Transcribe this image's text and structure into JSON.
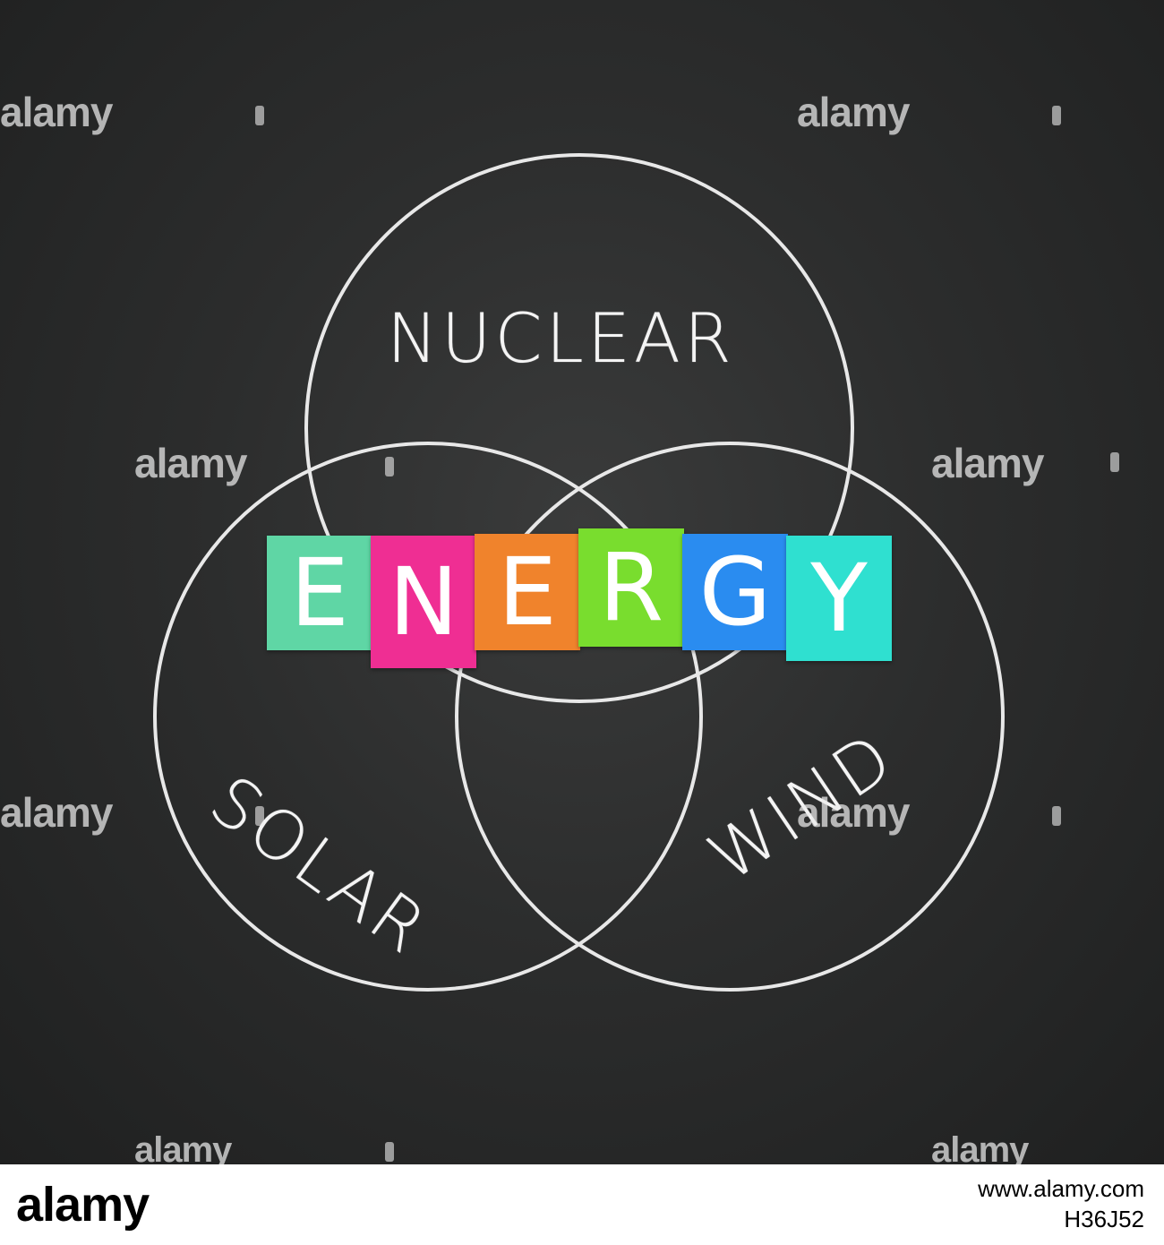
{
  "words": {
    "nuclear": "NUCLEAR",
    "solar": "SOLAR",
    "wind": "WIND"
  },
  "energy_tiles": [
    {
      "letter": "E",
      "color": "#5fd6a5"
    },
    {
      "letter": "N",
      "color": "#ef2e93"
    },
    {
      "letter": "E",
      "color": "#f0832c"
    },
    {
      "letter": "R",
      "color": "#79dd2e"
    },
    {
      "letter": "G",
      "color": "#2a8cf0"
    },
    {
      "letter": "Y",
      "color": "#2fe0d0"
    }
  ],
  "watermark": "alamy",
  "footer": {
    "logo": "alamy",
    "line1": "www.alamy.com",
    "line2": "H36J52"
  },
  "colors": {
    "chalk": "#f4f4f4",
    "board": "#2c2d2d"
  }
}
